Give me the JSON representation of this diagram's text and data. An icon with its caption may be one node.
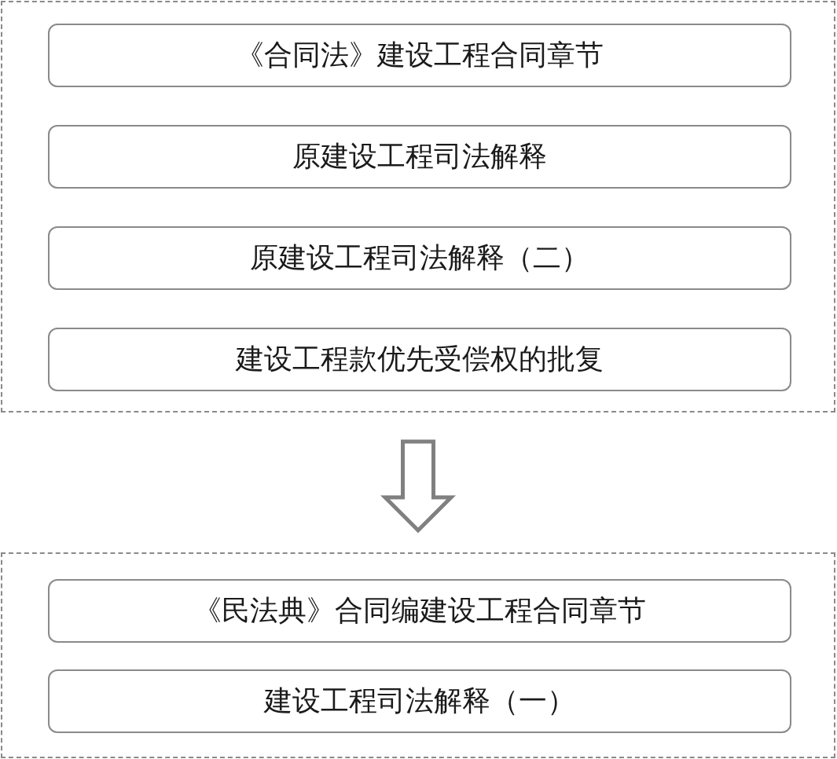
{
  "diagram": {
    "nodes": [
      {
        "text": [],
        "shape": "box"
      },
      {
        "text": [
          "《合同法》建设工程合同章节"
        ],
        "in": 0
      },
      {
        "text": [
          "原建设工程司法解释"
        ],
        "in": 0
      },
      {
        "text": [
          "原建设工程司法解释（二）"
        ],
        "in": 0
      },
      {
        "text": [
          "建设工程款优先受偿权的批复"
        ],
        "in": 0
      },
      {
        "text": [],
        "shape": "box"
      },
      {
        "text": [
          "《民法典》合同编建设工程合同章节"
        ],
        "in": 5
      },
      {
        "text": [
          "建设工程司法解释（一）"
        ],
        "in": 5
      }
    ],
    "edges": [
      {
        "from": 0,
        "to": 5,
        "arrow": "to"
      }
    ]
  }
}
